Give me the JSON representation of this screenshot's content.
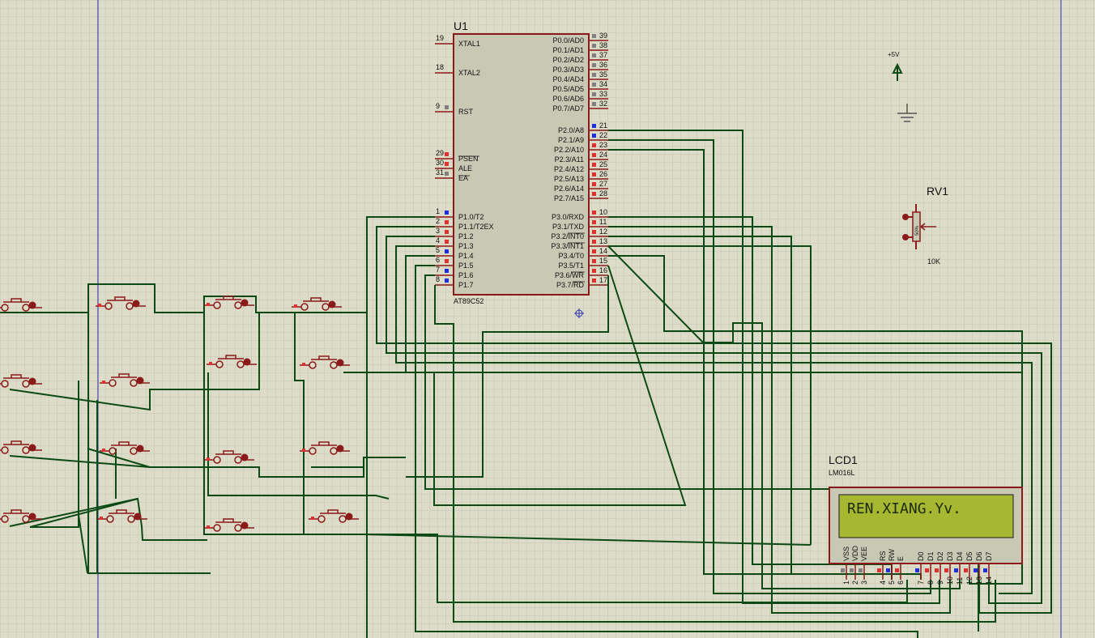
{
  "u1": {
    "ref": "U1",
    "part": "AT89C52",
    "left_pins": [
      {
        "num": "19",
        "name": "XTAL1"
      },
      {
        "num": "18",
        "name": "XTAL2"
      },
      {
        "num": "9",
        "name": "RST"
      },
      {
        "num": "29",
        "name": "PSEN"
      },
      {
        "num": "30",
        "name": "ALE"
      },
      {
        "num": "31",
        "name": "EA"
      },
      {
        "num": "1",
        "name": "P1.0/T2"
      },
      {
        "num": "2",
        "name": "P1.1/T2EX"
      },
      {
        "num": "3",
        "name": "P1.2"
      },
      {
        "num": "4",
        "name": "P1.3"
      },
      {
        "num": "5",
        "name": "P1.4"
      },
      {
        "num": "6",
        "name": "P1.5"
      },
      {
        "num": "7",
        "name": "P1.6"
      },
      {
        "num": "8",
        "name": "P1.7"
      }
    ],
    "right_pins": [
      {
        "num": "39",
        "name": "P0.0/AD0"
      },
      {
        "num": "38",
        "name": "P0.1/AD1"
      },
      {
        "num": "37",
        "name": "P0.2/AD2"
      },
      {
        "num": "36",
        "name": "P0.3/AD3"
      },
      {
        "num": "35",
        "name": "P0.4/AD4"
      },
      {
        "num": "34",
        "name": "P0.5/AD5"
      },
      {
        "num": "33",
        "name": "P0.6/AD6"
      },
      {
        "num": "32",
        "name": "P0.7/AD7"
      },
      {
        "num": "21",
        "name": "P2.0/A8"
      },
      {
        "num": "22",
        "name": "P2.1/A9"
      },
      {
        "num": "23",
        "name": "P2.2/A10"
      },
      {
        "num": "24",
        "name": "P2.3/A11"
      },
      {
        "num": "25",
        "name": "P2.4/A12"
      },
      {
        "num": "26",
        "name": "P2.5/A13"
      },
      {
        "num": "27",
        "name": "P2.6/A14"
      },
      {
        "num": "28",
        "name": "P2.7/A15"
      },
      {
        "num": "10",
        "name": "P3.0/RXD"
      },
      {
        "num": "11",
        "name": "P3.1/TXD"
      },
      {
        "num": "12",
        "name": "P3.2/INT0"
      },
      {
        "num": "13",
        "name": "P3.3/INT1"
      },
      {
        "num": "14",
        "name": "P3.4/T0"
      },
      {
        "num": "15",
        "name": "P3.5/T1"
      },
      {
        "num": "16",
        "name": "P3.6/WR"
      },
      {
        "num": "17",
        "name": "P3.7/RD"
      }
    ]
  },
  "lcd": {
    "ref": "LCD1",
    "part": "LM016L",
    "display_text": "REN.XIANG.Yv.",
    "pin_names": [
      "VSS",
      "VDD",
      "VEE",
      "RS",
      "RW",
      "E",
      "D0",
      "D1",
      "D2",
      "D3",
      "D4",
      "D5",
      "D6",
      "D7"
    ],
    "pin_nums": [
      "1",
      "2",
      "3",
      "4",
      "5",
      "6",
      "7",
      "8",
      "9",
      "10",
      "11",
      "12",
      "13",
      "14"
    ]
  },
  "rv1": {
    "ref": "RV1",
    "value": "10K",
    "body_text": "50%"
  },
  "power": {
    "label": "+5V"
  },
  "colors": {
    "background": "#dcdcc8",
    "grid": "#c4c4b0",
    "wire": "#0b4a14",
    "component": "#8b1a1a",
    "chip_fill": "#c8c8b4",
    "lcd_screen": "#a6b832",
    "pin_red": "#e03030",
    "pin_blue": "#2030e0",
    "pin_grey": "#808080",
    "sheet_border": "#3030b0"
  }
}
